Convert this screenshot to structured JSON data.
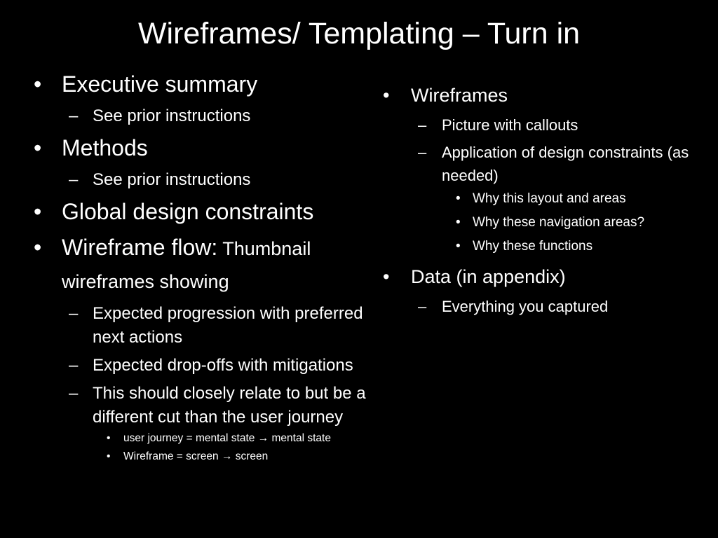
{
  "slide": {
    "title": "Wireframes/ Templating – Turn in",
    "left": {
      "exec_summary": "Executive summary",
      "exec_sub": "See prior instructions",
      "methods": "Methods",
      "methods_sub": "See prior instructions",
      "global": "Global design constraints",
      "flow_main": "Wireframe flow:",
      "flow_small": " Thumbnail",
      "flow_cont": "wireframes showing",
      "flow_subs": [
        "Expected progression with preferred next actions",
        "Expected drop-offs with mitigations",
        "This should closely relate to but be a different cut than the user journey"
      ],
      "journey_items": [
        "user journey = mental state → mental state",
        "Wireframe = screen → screen"
      ]
    },
    "right": {
      "wireframes": "Wireframes",
      "picture": "Picture with callouts",
      "application": "Application of design constraints (as needed)",
      "why_items": [
        "Why this layout and areas",
        "Why these navigation areas?",
        "Why these functions"
      ],
      "data": "Data (in appendix)",
      "data_sub": "Everything you captured"
    },
    "markers": {
      "bullet": "•",
      "dash": "–"
    }
  }
}
